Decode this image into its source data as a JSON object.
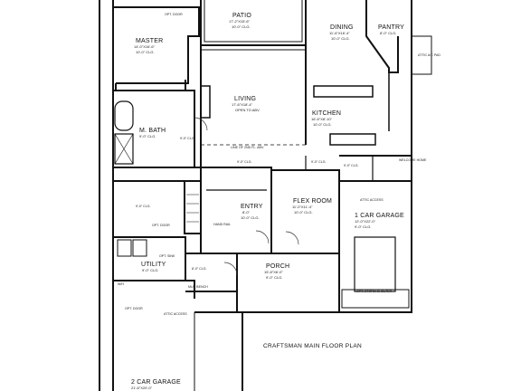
{
  "plan": {
    "title": "CRAFTSMAN MAIN FLOOR PLAN",
    "rooms": {
      "patio": {
        "name": "PATIO",
        "d1": "17'-2\"X15'-6\"",
        "d2": "10'-0\" CLG."
      },
      "master": {
        "name": "MASTER",
        "d1": "14'-0\"X16'-6\"",
        "d2": "10'-0\" CLG."
      },
      "dining": {
        "name": "DINING",
        "d1": "11'-6\"X16'-4\"",
        "d2": "10'-0\" CLG."
      },
      "pantry": {
        "name": "PANTRY",
        "d1": "8'-0\" CLG."
      },
      "living": {
        "name": "LIVING",
        "d1": "17'-6\"X18'-4\"",
        "d2": "OPEN TO ABV"
      },
      "kitchen": {
        "name": "KITCHEN",
        "d1": "16'-6\"X8'-10\"",
        "d2": "10'-0\" CLG."
      },
      "mbath": {
        "name": "M. BATH",
        "d1": "9'-0\" CLG."
      },
      "entry": {
        "name": "ENTRY",
        "d1": "8'-0\"",
        "d2": "10'-0\" CLG."
      },
      "flex": {
        "name": "FLEX ROOM",
        "d1": "11'-0\"X11'-4\"",
        "d2": "10'-0\" CLG."
      },
      "garage1": {
        "name": "1 CAR GARAGE",
        "d1": "12'-0\"X22'-0\"",
        "d2": "9'-0\" CLG."
      },
      "utility": {
        "name": "UTILITY",
        "d1": "9'-0\" CLG."
      },
      "porch": {
        "name": "PORCH",
        "d1": "15'-8\"X6'-0\"",
        "d2": "9'-0\" CLG."
      },
      "garage2": {
        "name": "2 CAR GARAGE",
        "d1": "21'-6\"X20'-0\""
      }
    },
    "notes": {
      "opt_door_top": "OPT. DOOR",
      "ac_pad": "ATTIC A/C PAD",
      "line_2nd_flr": "LINE OF 2ND FL. ABV.",
      "clg_9": "9'-0\" CLG.",
      "clg_9b": "9'-0\" CLG.",
      "clg_9c": "9'-0\" CLG.",
      "clg_9d": "9'-0\" CLG.",
      "clg_9e": "9'-0\" CLG.",
      "clg_8": "8'-0\" CLG.",
      "welcome_home": "WELCOME HOME",
      "attic_access_top": "ATTIC ACCESS",
      "opt_door_mid": "OPT. DOOR",
      "hand_rail": "HAND RAIL",
      "opt_sink": "OPT. SINK",
      "mud_bench": "MUD BENCH",
      "opt_storm": "OPT. STORM SHELTER",
      "attic_access_bot": "ATTIC ACCESS",
      "opt_door_bot": "OPT. DOOR",
      "wh": "W/H"
    }
  }
}
